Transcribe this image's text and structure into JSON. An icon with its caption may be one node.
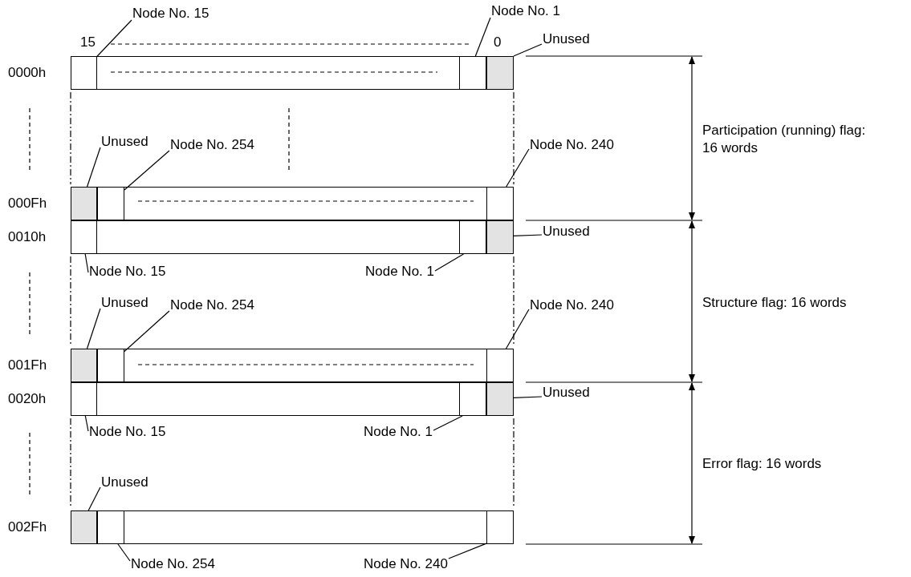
{
  "diagram": {
    "nodes": [
      {
        "text": [
          "Node No. 15"
        ]
      },
      {
        "text": [
          "Node No. 1"
        ]
      },
      {
        "text": [
          "Unused"
        ]
      },
      {
        "text": [],
        "shape": "box"
      },
      {
        "text": [],
        "shape": "box"
      },
      {
        "text": [],
        "shape": "box"
      },
      {
        "text": [
          "Unused"
        ]
      },
      {
        "text": [
          "Node No. 254"
        ]
      },
      {
        "text": [
          "Node No. 240"
        ]
      },
      {
        "text": [],
        "shape": "box"
      },
      {
        "text": [],
        "shape": "box"
      },
      {
        "text": [],
        "shape": "box"
      },
      {
        "text": [],
        "shape": "box"
      },
      {
        "text": [],
        "shape": "box"
      },
      {
        "text": [],
        "shape": "box"
      },
      {
        "text": [
          "Unused"
        ]
      },
      {
        "text": [
          "Node No. 15"
        ]
      },
      {
        "text": [
          "Node No. 1"
        ]
      },
      {
        "text": [
          "Unused"
        ]
      },
      {
        "text": [
          "Node No. 254"
        ]
      },
      {
        "text": [
          "Node No. 240"
        ]
      },
      {
        "text": [],
        "shape": "box"
      },
      {
        "text": [],
        "shape": "box"
      },
      {
        "text": [],
        "shape": "box"
      },
      {
        "text": [],
        "shape": "box"
      },
      {
        "text": [],
        "shape": "box"
      },
      {
        "text": [],
        "shape": "box"
      },
      {
        "text": [
          "Unused"
        ]
      },
      {
        "text": [
          "Node No. 15"
        ]
      },
      {
        "text": [
          "Node No. 1"
        ]
      },
      {
        "text": [
          "Unused"
        ]
      },
      {
        "text": [],
        "shape": "box"
      },
      {
        "text": [],
        "shape": "box"
      },
      {
        "text": [],
        "shape": "box"
      },
      {
        "text": [
          "Node No. 254"
        ]
      },
      {
        "text": [
          "Node No. 240"
        ]
      }
    ],
    "edges": [
      {
        "from": 0,
        "to": 3,
        "arrow": "none"
      },
      {
        "from": 1,
        "to": 4,
        "arrow": "none"
      },
      {
        "from": 2,
        "to": 5,
        "arrow": "none"
      },
      {
        "from": 6,
        "to": 9,
        "arrow": "none"
      },
      {
        "from": 7,
        "to": 10,
        "arrow": "none"
      },
      {
        "from": 8,
        "to": 11,
        "arrow": "none"
      },
      {
        "from": 15,
        "to": 14,
        "arrow": "none"
      },
      {
        "from": 16,
        "to": 12,
        "arrow": "none"
      },
      {
        "from": 17,
        "to": 13,
        "arrow": "none"
      },
      {
        "from": 18,
        "to": 21,
        "arrow": "none"
      },
      {
        "from": 19,
        "to": 22,
        "arrow": "none"
      },
      {
        "from": 20,
        "to": 23,
        "arrow": "none"
      },
      {
        "from": 27,
        "to": 26,
        "arrow": "none"
      },
      {
        "from": 28,
        "to": 24,
        "arrow": "none"
      },
      {
        "from": 29,
        "to": 25,
        "arrow": "none"
      },
      {
        "from": 30,
        "to": 31,
        "arrow": "none"
      },
      {
        "from": 34,
        "to": 32,
        "arrow": "none"
      },
      {
        "from": 35,
        "to": 33,
        "arrow": "none"
      }
    ],
    "labels": [
      "15",
      "0",
      "0000h",
      "Participation (running) flag: 16 words",
      "000Fh",
      "0010h",
      "Structure flag: 16 words",
      "001Fh",
      "0020h",
      "Error flag: 16 words",
      "002Fh"
    ]
  }
}
